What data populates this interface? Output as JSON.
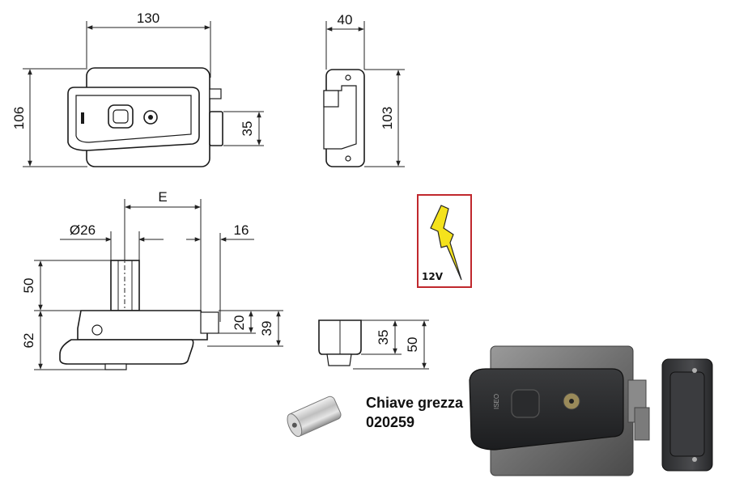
{
  "dimensions": {
    "width_130": "130",
    "depth_40": "40",
    "height_106": "106",
    "height_103": "103",
    "latch_35_front": "35",
    "e_label": "E",
    "diameter_26": "Ø26",
    "offset_16": "16",
    "cyl_50": "50",
    "body_62": "62",
    "latch_20": "20",
    "latch_39": "39",
    "side_35": "35",
    "side_50": "50"
  },
  "badge": {
    "voltage": "12V",
    "border_color": "#c0282d",
    "bolt_color": "#f4e21c"
  },
  "key": {
    "label": "Chiave grezza",
    "code": "020259"
  },
  "photo": {
    "engraving": "ISEO"
  }
}
